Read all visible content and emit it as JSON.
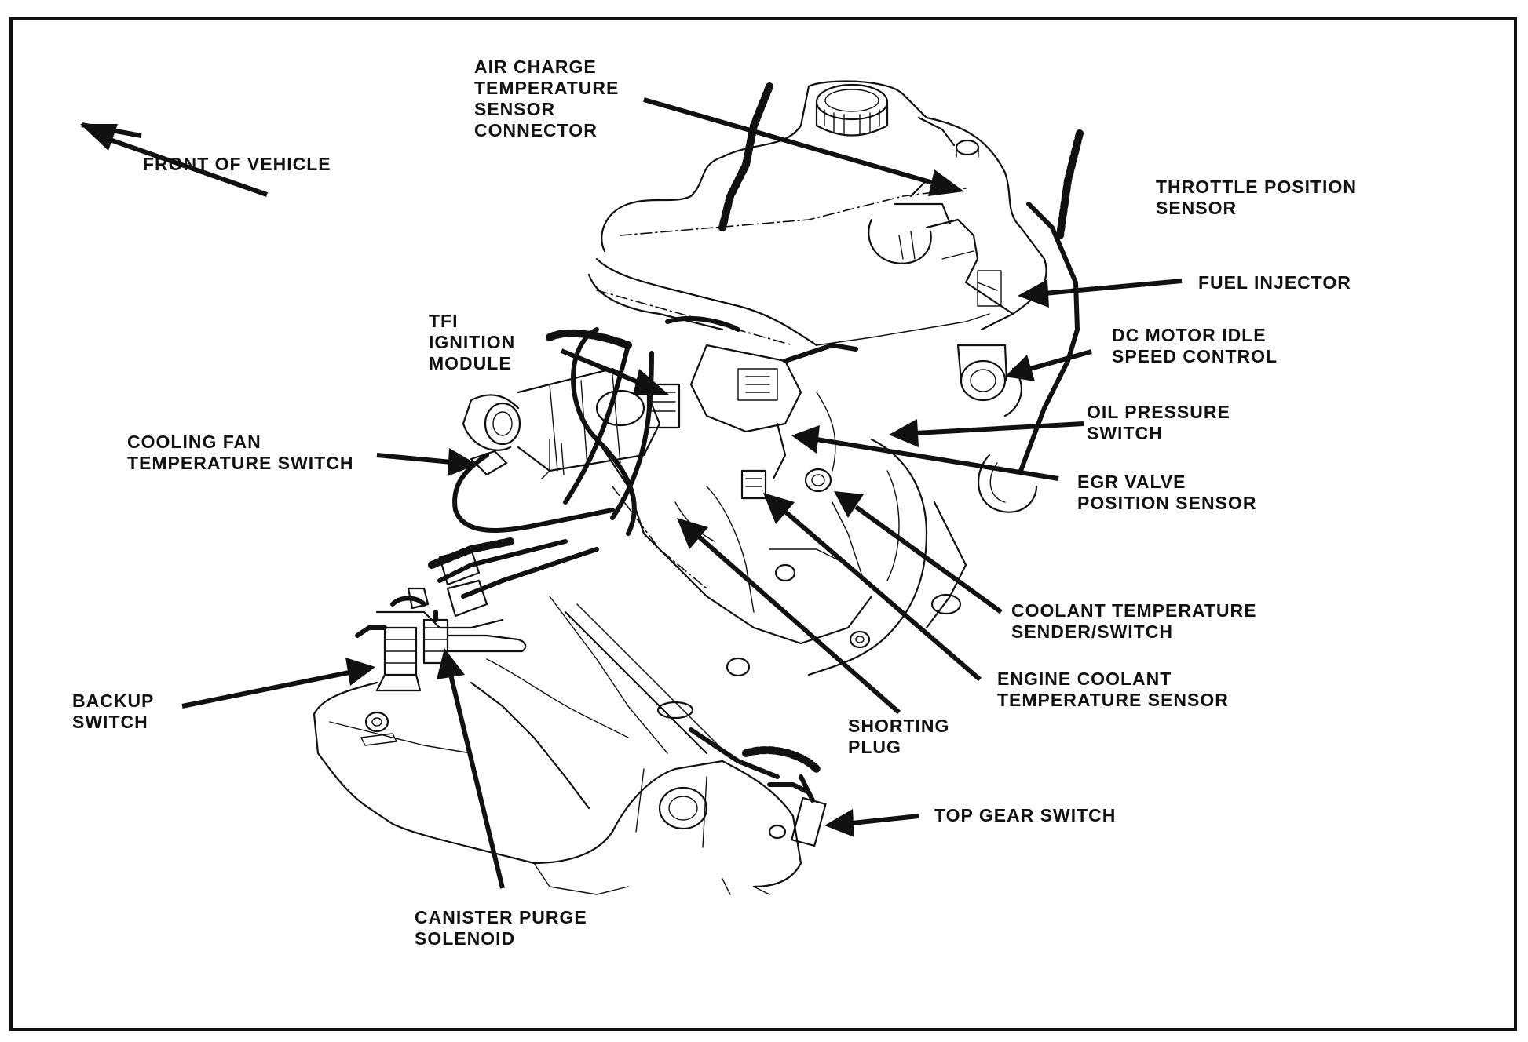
{
  "labels": {
    "front_of_vehicle": [
      "FRONT OF VEHICLE"
    ],
    "air_charge": [
      "AIR CHARGE",
      "TEMPERATURE",
      "SENSOR",
      "CONNECTOR"
    ],
    "throttle_position": [
      "THROTTLE POSITION",
      "SENSOR"
    ],
    "fuel_injector": [
      "FUEL INJECTOR"
    ],
    "dc_motor": [
      "DC MOTOR IDLE",
      "SPEED CONTROL"
    ],
    "tfi_module": [
      "TFI",
      "IGNITION",
      "MODULE"
    ],
    "oil_pressure": [
      "OIL PRESSURE",
      "SWITCH"
    ],
    "cooling_fan": [
      "COOLING FAN",
      "TEMPERATURE SWITCH"
    ],
    "egr_valve": [
      "EGR VALVE",
      "POSITION SENSOR"
    ],
    "coolant_sender": [
      "COOLANT TEMPERATURE",
      "SENDER/SWITCH"
    ],
    "engine_coolant": [
      "ENGINE COOLANT",
      "TEMPERATURE SENSOR"
    ],
    "backup_switch": [
      "BACKUP",
      "SWITCH"
    ],
    "shorting_plug": [
      "SHORTING",
      "PLUG"
    ],
    "top_gear": [
      "TOP GEAR SWITCH"
    ],
    "canister_purge": [
      "CANISTER PURGE",
      "SOLENOID"
    ]
  }
}
